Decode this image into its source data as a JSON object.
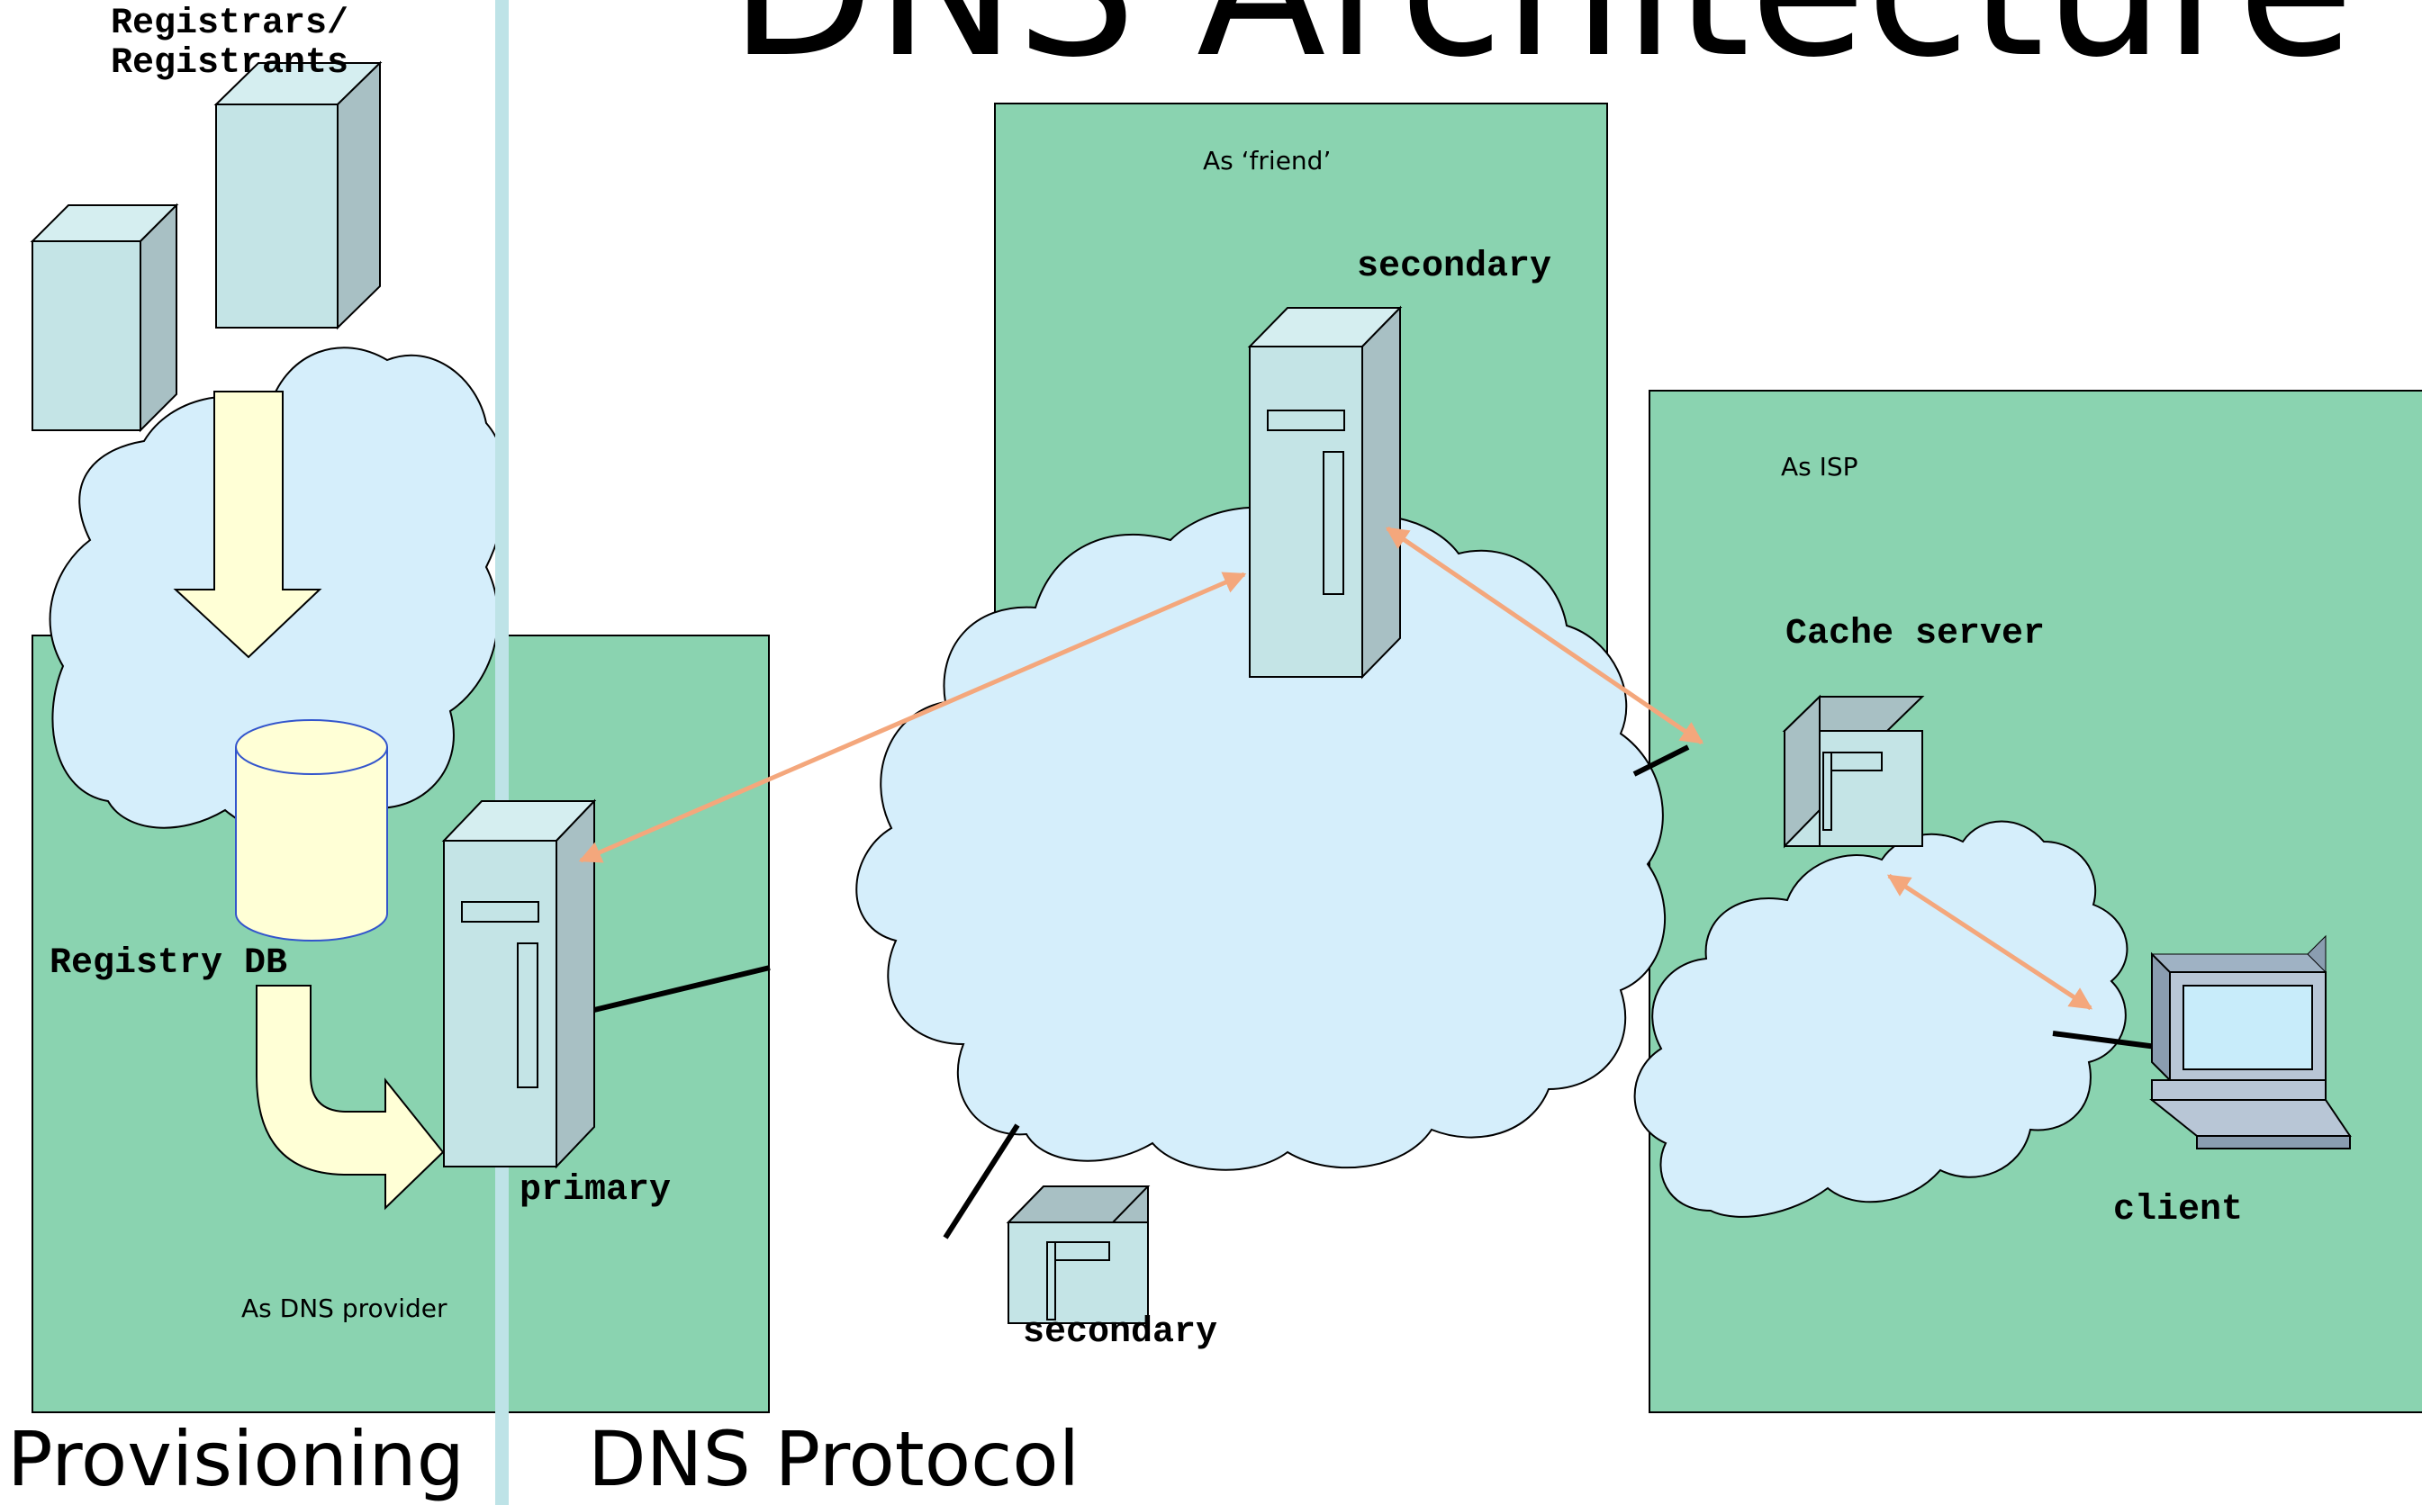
{
  "slide": {
    "title": "DNS Architecture"
  },
  "labels": {
    "registrars": "Registrars/",
    "registrants": "Registrants",
    "registry_db": "Registry DB",
    "primary": "primary",
    "secondary_top": "secondary",
    "secondary_bottom": "secondary",
    "cache_server": "Cache server",
    "client": "client"
  },
  "zones": {
    "dns_provider": "As DNS provider",
    "friend": "As ‘friend’",
    "isp": "As ISP"
  },
  "sections": {
    "provisioning": "Provisioning",
    "dns_protocol": "DNS Protocol"
  },
  "colors": {
    "zone_fill": "#8AD3B0",
    "cloud_fill": "#D5EEFB",
    "server_front": "#C4E4E6",
    "server_side": "#A8C0C4",
    "arrow_fill": "#FFFFD6",
    "link_arrow": "#F4A77C",
    "divider": "#BEE3E7"
  }
}
